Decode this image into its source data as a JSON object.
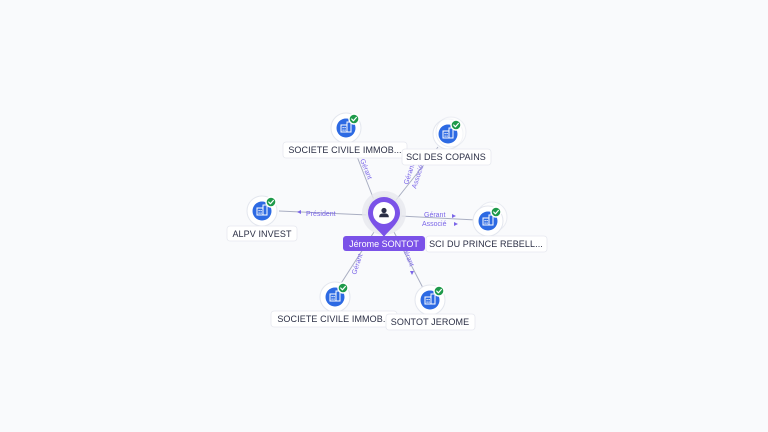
{
  "center": {
    "name": "Jérome SONTOT",
    "icon": "person-icon",
    "color": "#7b52e8"
  },
  "companies": [
    {
      "id": "sci-civile-1",
      "name": "SOCIETE CIVILE IMMOB...",
      "icon": "building-icon",
      "verified": true,
      "relations": [
        "Gérant"
      ]
    },
    {
      "id": "sci-copains",
      "name": "SCI DES COPAINS",
      "icon": "building-icon",
      "verified": true,
      "relations": [
        "Gérant",
        "Associé"
      ]
    },
    {
      "id": "alpv-invest",
      "name": "ALPV INVEST",
      "icon": "building-icon",
      "verified": true,
      "relations": [
        "Président"
      ]
    },
    {
      "id": "sci-prince",
      "name": "SCI DU PRINCE REBELL...",
      "icon": "building-icon",
      "verified": true,
      "relations": [
        "Gérant",
        "Associé"
      ]
    },
    {
      "id": "sci-civile-2",
      "name": "SOCIETE CIVILE IMMOB...",
      "icon": "building-icon",
      "verified": true,
      "relations": [
        "Gérant"
      ]
    },
    {
      "id": "sontot-jerome",
      "name": "SONTOT JEROME",
      "icon": "building-icon",
      "verified": true,
      "relations": [
        "Gérant"
      ]
    }
  ],
  "colors": {
    "accent": "#7b52e8",
    "company": "#2d6ae3",
    "verified": "#1e9a4a",
    "edge": "#a9aec2"
  }
}
